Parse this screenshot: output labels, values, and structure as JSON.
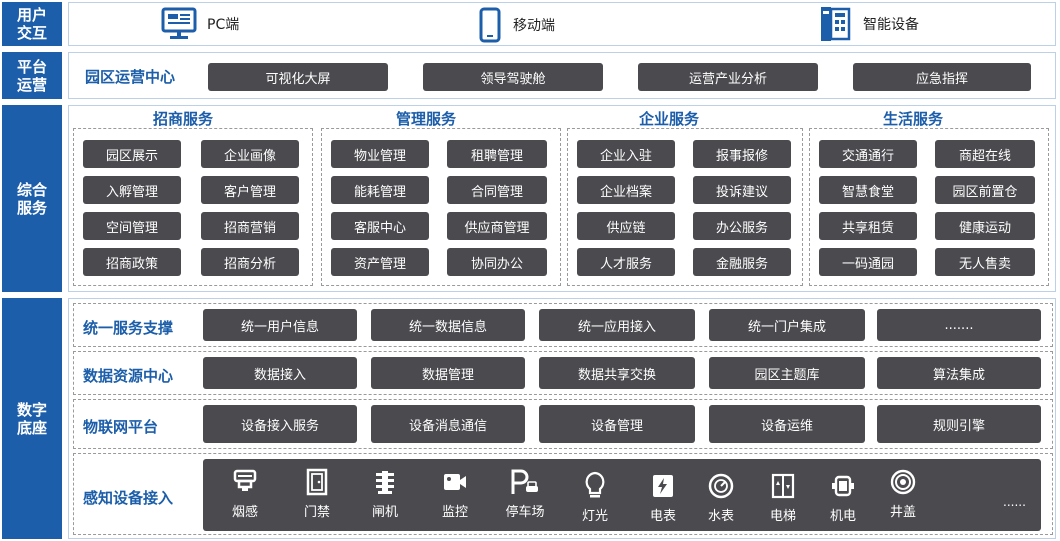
{
  "layers": {
    "user": "用户\n交互",
    "platform": "平台\n运营",
    "service": "综合\n服务",
    "digital": "数字\n底座"
  },
  "user_interaction": {
    "pc": "PC端",
    "mobile": "移动端",
    "smart": "智能设备"
  },
  "platform_ops": {
    "title": "园区运营中心",
    "items": [
      "可视化大屏",
      "领导驾驶舱",
      "运营产业分析",
      "应急指挥"
    ]
  },
  "services": [
    {
      "title": "招商服务",
      "items": [
        "园区展示",
        "企业画像",
        "入孵管理",
        "客户管理",
        "空间管理",
        "招商营销",
        "招商政策",
        "招商分析"
      ]
    },
    {
      "title": "管理服务",
      "items": [
        "物业管理",
        "租聘管理",
        "能耗管理",
        "合同管理",
        "客服中心",
        "供应商管理",
        "资产管理",
        "协同办公"
      ]
    },
    {
      "title": "企业服务",
      "items": [
        "企业入驻",
        "报事报修",
        "企业档案",
        "投诉建议",
        "供应链",
        "办公服务",
        "人才服务",
        "金融服务"
      ]
    },
    {
      "title": "生活服务",
      "items": [
        "交通通行",
        "商超在线",
        "智慧食堂",
        "园区前置仓",
        "共享租赁",
        "健康运动",
        "一码通园",
        "无人售卖"
      ]
    }
  ],
  "digital_base": [
    {
      "title": "统一服务支撑",
      "items": [
        "统一用户信息",
        "统一数据信息",
        "统一应用接入",
        "统一门户集成",
        "......."
      ]
    },
    {
      "title": "数据资源中心",
      "items": [
        "数据接入",
        "数据管理",
        "数据共享交换",
        "园区主题库",
        "算法集成"
      ]
    },
    {
      "title": "物联网平台",
      "items": [
        "设备接入服务",
        "设备消息通信",
        "设备管理",
        "设备运维",
        "规则引擎"
      ]
    }
  ],
  "sensing": {
    "title": "感知设备接入",
    "devices": [
      {
        "label": "烟感",
        "icon": "smoke-detector-icon"
      },
      {
        "label": "门禁",
        "icon": "door-icon"
      },
      {
        "label": "闸机",
        "icon": "gate-icon"
      },
      {
        "label": "监控",
        "icon": "camera-icon"
      },
      {
        "label": "停车场",
        "icon": "parking-icon"
      },
      {
        "label": "灯光",
        "icon": "bulb-icon"
      },
      {
        "label": "电表",
        "icon": "meter-icon"
      },
      {
        "label": "水表",
        "icon": "water-meter-icon"
      },
      {
        "label": "电梯",
        "icon": "elevator-icon"
      },
      {
        "label": "机电",
        "icon": "motor-icon"
      },
      {
        "label": "井盖",
        "icon": "manhole-icon"
      }
    ],
    "more": "......"
  },
  "colors": {
    "accent": "#1c5eaa",
    "chip": "#4a4a4f"
  }
}
